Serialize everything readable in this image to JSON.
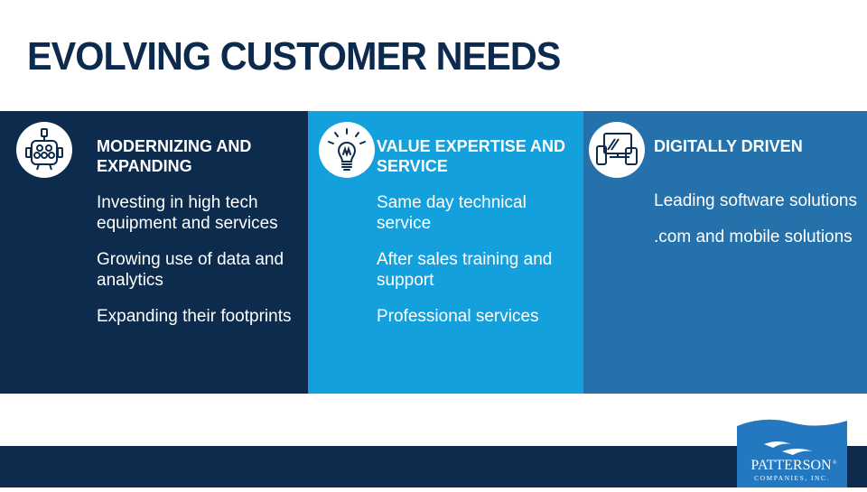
{
  "title": "EVOLVING CUSTOMER NEEDS",
  "panels": [
    {
      "heading": "MODERNIZING AND EXPANDING",
      "icon": "dental-equipment-icon",
      "items": [
        "Investing in high tech equipment and services",
        "Growing use of data and analytics",
        "Expanding their footprints"
      ]
    },
    {
      "heading": "VALUE EXPERTISE AND SERVICE",
      "icon": "lightbulb-icon",
      "items": [
        "Same day technical service",
        "After sales training and support",
        "Professional services"
      ]
    },
    {
      "heading": "DIGITALLY DRIVEN",
      "icon": "devices-icon",
      "items": [
        "Leading software solutions",
        ".com and mobile solutions"
      ]
    }
  ],
  "logo": {
    "name": "PATTERSON",
    "registered": "®",
    "subtitle": "COMPANIES, INC."
  },
  "colors": {
    "navy": "#0c2b4d",
    "sky": "#14a0dc",
    "mid_blue": "#2471ab",
    "title": "#0b2a4e"
  }
}
